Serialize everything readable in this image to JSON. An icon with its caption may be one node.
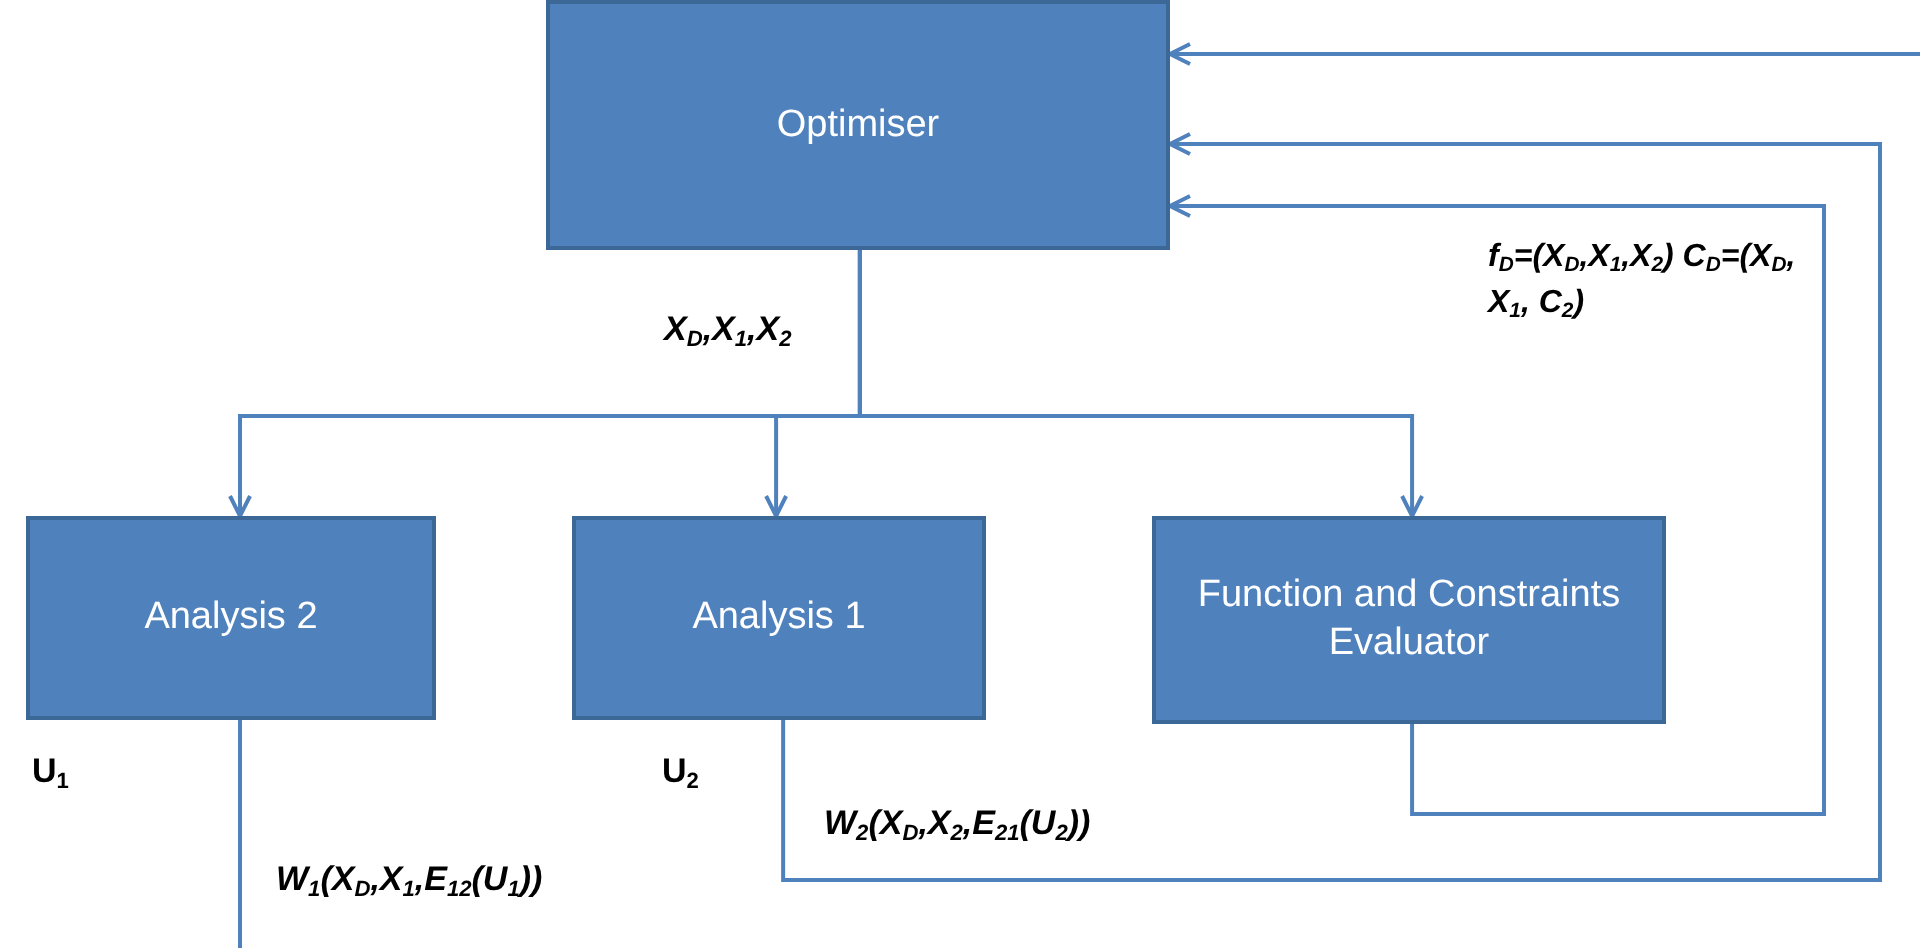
{
  "diagram": {
    "nodes": [
      {
        "text": [
          "Optimiser"
        ]
      },
      {
        "text": [
          "Analysis 2"
        ],
        "beside": [
          "U$_{1}$"
        ]
      },
      {
        "text": [
          "Analysis 1"
        ],
        "beside": [
          "U$_{2}$"
        ]
      },
      {
        "text": [
          "Function and Constraints Evaluator"
        ]
      }
    ],
    "edges": [
      {
        "from": 0,
        "to": 1,
        "arrow": "to"
      },
      {
        "from": 0,
        "to": 2,
        "arrow": "to",
        "label": "X$_{D}$,X$_{1}$,X$_{2}$"
      },
      {
        "from": 0,
        "to": 3,
        "arrow": "to"
      },
      {
        "from": 3,
        "to": 0,
        "arrow": "to",
        "label": "f$_{D}$=(X$_{D}$,X$_{1}$,X$_{2}$) C$_{D}$=(X$_{D}$, X$_{1}$, C$_{2}$)"
      },
      {
        "from": 2,
        "to": 0,
        "arrow": "to",
        "label": "W$_{2}$(X$_{D}$,X$_{2}$,E$_{21}$(U$_{2}$))"
      },
      {
        "from": 1,
        "to": 0,
        "arrow": "to",
        "label": "W$_{1}$(X$_{D}$,X$_{1}$,E$_{12}$(U$_{1}$))"
      }
    ]
  }
}
